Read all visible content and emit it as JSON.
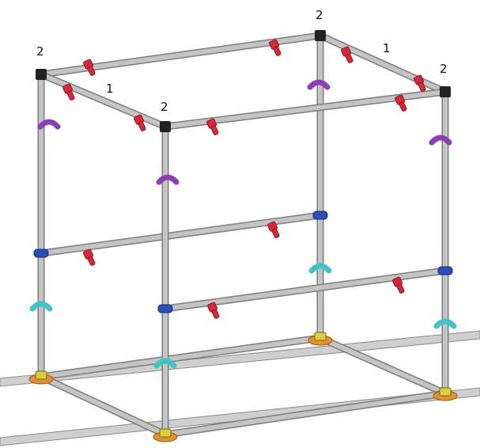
{
  "diagram": {
    "labels": [
      "2",
      "2",
      "2",
      "2",
      "1",
      "1"
    ],
    "colors": {
      "tube": "#c4c4c4",
      "tube_edge": "#7d7d7d",
      "corner": "#222222",
      "clamp_red": "#d8293a",
      "clamp_purple": "#8a3fb3",
      "clamp_blue": "#2b4fb8",
      "clamp_teal": "#3fc5c8",
      "base_plate": "#e69030",
      "base_fitting": "#d8d040"
    }
  }
}
